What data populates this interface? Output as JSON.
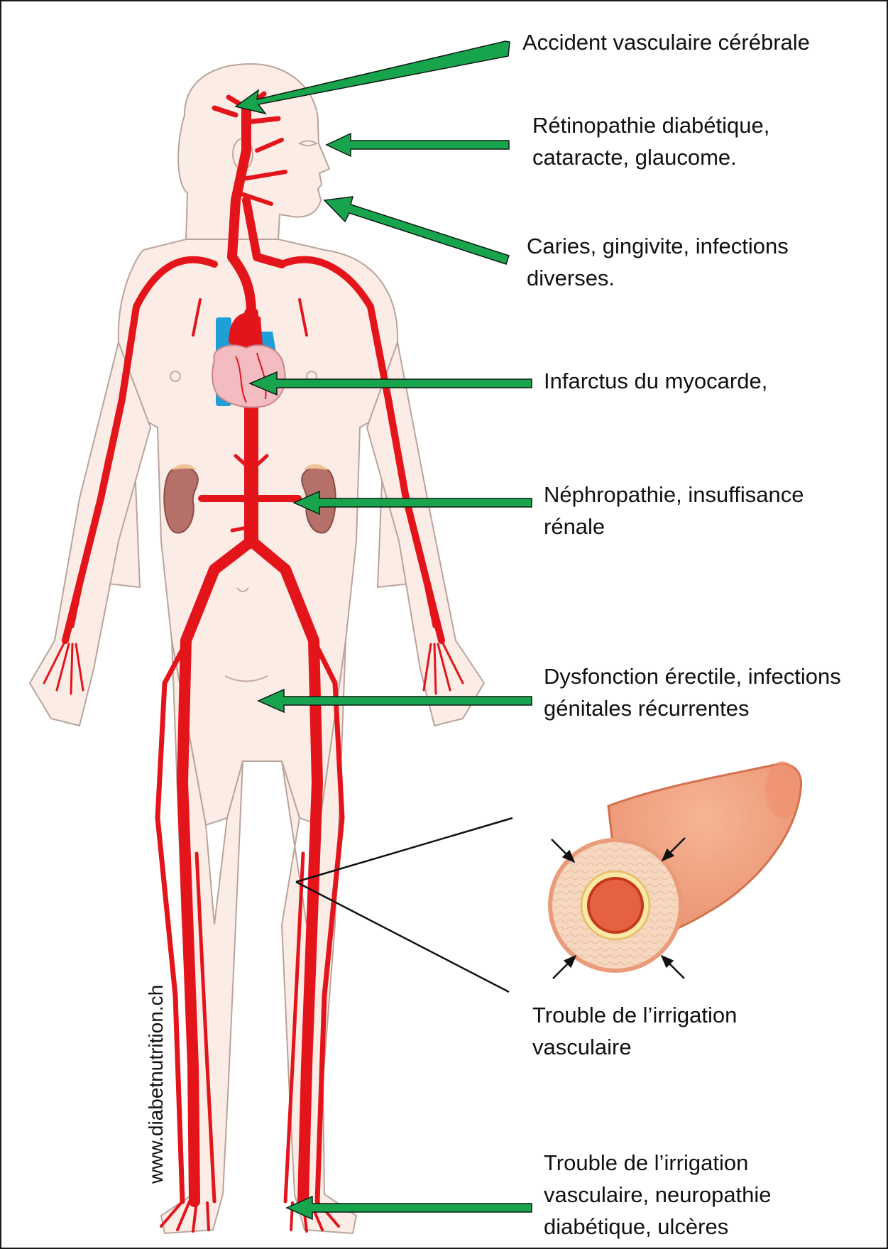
{
  "credit": "www.diabetnutrition.ch",
  "labels": {
    "avc": [
      "Accident vasculaire cérébrale"
    ],
    "eye": [
      "Rétinopathie diabétique,",
      "cataracte, glaucome."
    ],
    "mouth": [
      "Caries, gingivite, infections",
      "diverses."
    ],
    "heart": [
      "Infarctus du myocarde,"
    ],
    "kidney": [
      "Néphropathie, insuffisance",
      "rénale"
    ],
    "genital": [
      "Dysfonction érectile, infections",
      "génitales récurrentes"
    ],
    "vessel": [
      "Trouble de l’irrigation",
      "vasculaire"
    ],
    "foot": [
      "Trouble de l’irrigation",
      "vasculaire, neuropathie",
      "diabétique, ulcères"
    ]
  },
  "colors": {
    "arrow": "#18a44c",
    "artery": "#e4141b",
    "vein": "#1e9fd8",
    "skin": "#fbece6",
    "outline": "#b9a49c",
    "kidney": "#b5706a",
    "heart": "#f2bcc0"
  }
}
